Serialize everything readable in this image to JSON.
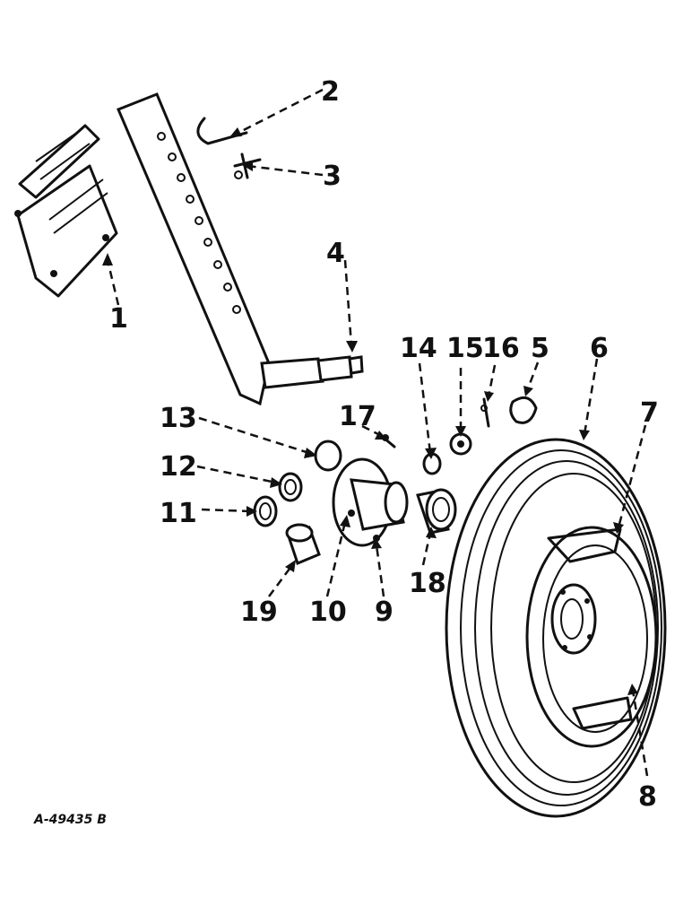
{
  "drawing_number": "A-49435 B",
  "callouts": [
    "1",
    "2",
    "3",
    "4",
    "5",
    "6",
    "7",
    "8",
    "9",
    "10",
    "11",
    "12",
    "13",
    "14",
    "15",
    "16",
    "17",
    "18",
    "19"
  ]
}
